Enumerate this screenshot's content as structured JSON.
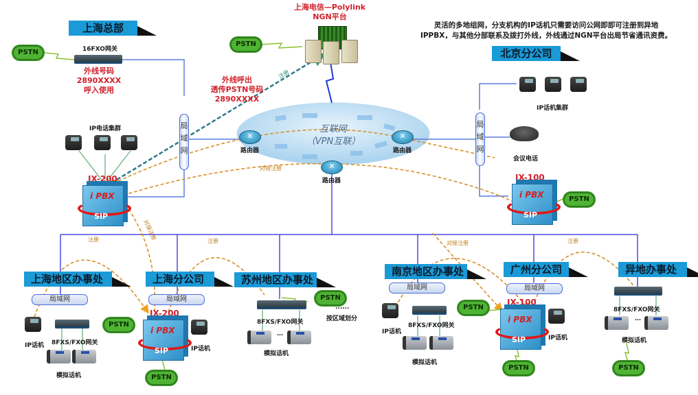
{
  "description": {
    "line1": "灵活的多地组网，分支机构的IP话机只需要访问公网即即可注册到异地",
    "line2": "IPPBX，与其他分部联系及拨打外线，外线通过NGN平台出局节省通讯资费。"
  },
  "ngn": {
    "title_line1": "上海电信—Polylink",
    "title_line2": "NGN平台",
    "register_label": "注册"
  },
  "internet": {
    "line1": "互联网",
    "line2": "（VPN互联）",
    "router_label": "路由器"
  },
  "outbound_note": {
    "line1": "外线呼出",
    "line2": "透传PSTN号码",
    "line3": "2890XXXX"
  },
  "pstn_label": "PSTN",
  "lan_label": "局域网",
  "hq": {
    "banner": "上海总部",
    "gateway_label": "16FXO网关",
    "trunk_line1": "外线号码",
    "trunk_line2": "2890XXXX",
    "trunk_line3": "呼入使用",
    "phones_label": "IP电话集群",
    "pbx_model": "IX-200",
    "pbx_brand": "i PBX",
    "pbx_proto": "SIP"
  },
  "beijing": {
    "banner": "北京分公司",
    "phones_label": "IP话机集群",
    "conf_label": "会议电话",
    "pbx_model": "IX-100",
    "pbx_brand": "i PBX",
    "pbx_proto": "SIP"
  },
  "links": {
    "peer_register": "对接注册",
    "register": "注册"
  },
  "branches": [
    {
      "banner": "上海地区办事处",
      "ip_phone": "IP话机",
      "gateway": "8FXS/FXO网关",
      "analog": "模拟话机"
    },
    {
      "banner": "上海分公司",
      "pbx_model": "IX-200",
      "pbx_brand": "i PBX",
      "pbx_proto": "SIP",
      "ip_phone": "IP话机"
    },
    {
      "banner": "苏州地区办事处",
      "gateway": "8FXS/FXO网关",
      "analog": "模拟话机",
      "ellipsis": "…",
      "more": "......",
      "note": "按区域划分"
    },
    {
      "banner": "南京地区办事处",
      "ip_phone": "IP话机",
      "gateway": "8FXS/FXO网关",
      "analog": "模拟话机"
    },
    {
      "banner": "广州分公司",
      "pbx_model": "IX-100",
      "pbx_brand": "i PBX",
      "pbx_proto": "SIP",
      "ip_phone": "IP话机"
    },
    {
      "banner": "异地办事处",
      "gateway": "8FXS/FXO网关",
      "analog": "模拟话机",
      "ellipsis": "…"
    }
  ]
}
